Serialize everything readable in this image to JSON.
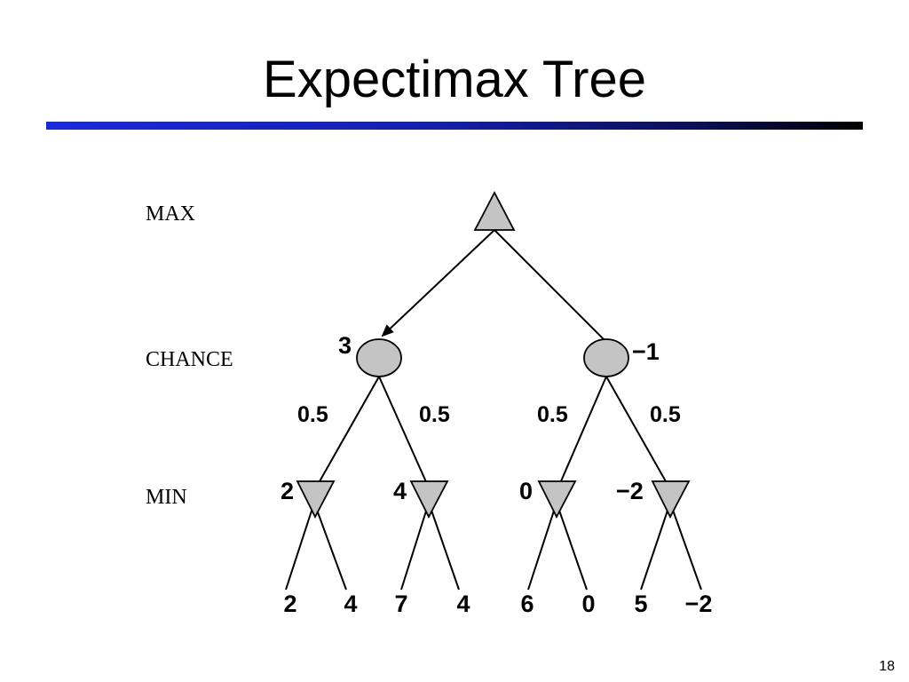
{
  "slide": {
    "title": "Expectimax Tree",
    "page_number": "18"
  },
  "levels": [
    "MAX",
    "CHANCE",
    "MIN"
  ],
  "tree": {
    "max": {
      "value": ""
    },
    "chance": [
      {
        "value": "3"
      },
      {
        "value": "−1"
      }
    ],
    "probabilities": [
      "0.5",
      "0.5",
      "0.5",
      "0.5"
    ],
    "min": [
      {
        "value": "2"
      },
      {
        "value": "4"
      },
      {
        "value": "0"
      },
      {
        "value": "−2"
      }
    ],
    "leaves": [
      "2",
      "4",
      "7",
      "4",
      "6",
      "0",
      "5",
      "−2"
    ]
  },
  "colors": {
    "node_fill": "#c4c4c4",
    "title_rule_start": "#1a2adb",
    "title_rule_end": "#000000"
  }
}
